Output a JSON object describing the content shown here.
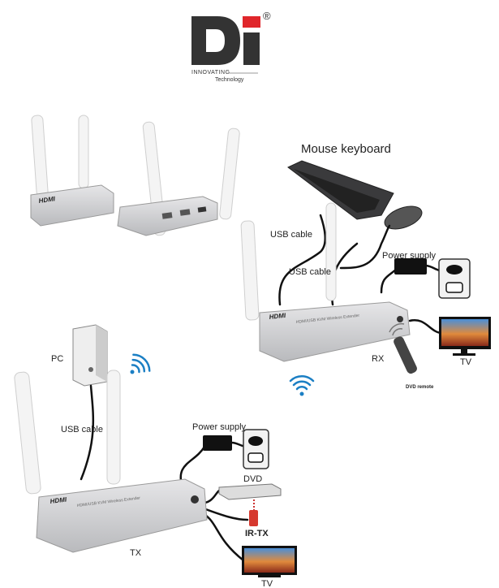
{
  "logo": {
    "letters": "Di",
    "registered": "®",
    "tagline_1": "INNOVATING",
    "tagline_2": "Technology",
    "accent_color": "#e0262b",
    "dark_color": "#333333"
  },
  "device": {
    "brand": "HDMI",
    "model_text": "HDMI/USB KVM Wireless Extender"
  },
  "rx_side": {
    "title": "Mouse keyboard",
    "usb_cable_1": "USB cable",
    "usb_cable_2": "USB cable",
    "power_supply": "Power supply",
    "rx_label": "RX",
    "remote_label": "DVD remote",
    "tv_label": "TV"
  },
  "tx_side": {
    "pc_label": "PC",
    "usb_cable": "USB cable",
    "power_supply": "Power supply",
    "dvd_label": "DVD",
    "irtx_label": "IR-TX",
    "tx_label": "TX",
    "tv_label": "TV"
  }
}
